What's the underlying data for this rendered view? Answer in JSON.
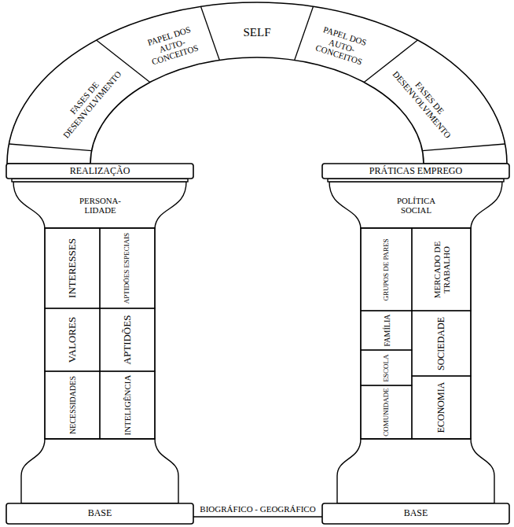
{
  "diagram": {
    "nodes": [
      {
        "text": [
          "FASES DE DESENVOLVIMENTO"
        ]
      },
      {
        "text": [
          "PAPEL DOS AUTO- CONCEITOS"
        ]
      },
      {
        "text": [
          "SELF"
        ]
      },
      {
        "text": [
          "PAPEL DOS AUTO- CONCEITOS"
        ]
      },
      {
        "text": [
          "FASES DE DESENVOLVIMENTO"
        ]
      },
      {
        "text": [
          "REALIZAÇÃO"
        ]
      },
      {
        "text": [
          "PERSONA- LIDADE"
        ]
      },
      {
        "text": [
          "INTERESSES"
        ]
      },
      {
        "text": [
          "APTIDÕES ESPECIAIS"
        ]
      },
      {
        "text": [
          "VALORES"
        ]
      },
      {
        "text": [
          "APTIDÕES"
        ]
      },
      {
        "text": [
          "NECESSIDADES"
        ]
      },
      {
        "text": [
          "INTELIGÊNCIA"
        ]
      },
      {
        "text": [
          "BASE"
        ]
      },
      {
        "text": [
          "PRÁTICAS EMPREGO"
        ]
      },
      {
        "text": [
          "POLÍTICA SOCIAL"
        ]
      },
      {
        "text": [
          "GRUPOS DE PARES"
        ]
      },
      {
        "text": [
          "MERCADO DE TRABALHO"
        ]
      },
      {
        "text": [
          "FAMÍLIA"
        ]
      },
      {
        "text": [
          "SOCIEDADE"
        ]
      },
      {
        "text": [
          "ESCOLA"
        ]
      },
      {
        "text": [
          "COMUNIDADE"
        ]
      },
      {
        "text": [
          "ECONOMIA"
        ]
      },
      {
        "text": [
          "BASE"
        ]
      }
    ],
    "labels": [
      "BIOGRÁFICO - GEOGRÁFICO"
    ]
  }
}
